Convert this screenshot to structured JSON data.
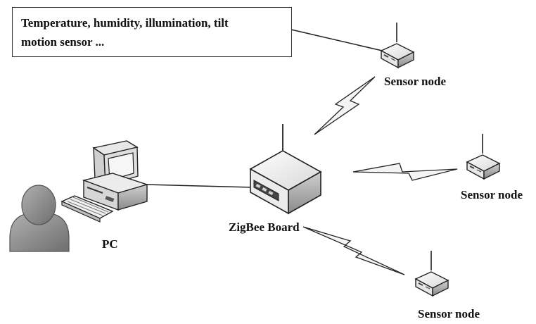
{
  "callout": {
    "line1": "Temperature, humidity, illumination, tilt",
    "line2": "motion sensor ..."
  },
  "nodes": {
    "sensor_top": "Sensor node",
    "sensor_right": "Sensor node",
    "sensor_bottom": "Sensor node",
    "zigbee": "ZigBee Board",
    "pc": "PC"
  },
  "icons": [
    "user-icon",
    "pc-icon",
    "keyboard-icon",
    "zigbee-board-icon",
    "sensor-node-icon",
    "wireless-link-icon"
  ],
  "colors": {
    "outline": "#222222",
    "lightning_fill": "#f4f4f4",
    "device_light": "#f0f0f0",
    "device_dark": "#9a9a9a",
    "user_fill": "#8c8c8c"
  }
}
